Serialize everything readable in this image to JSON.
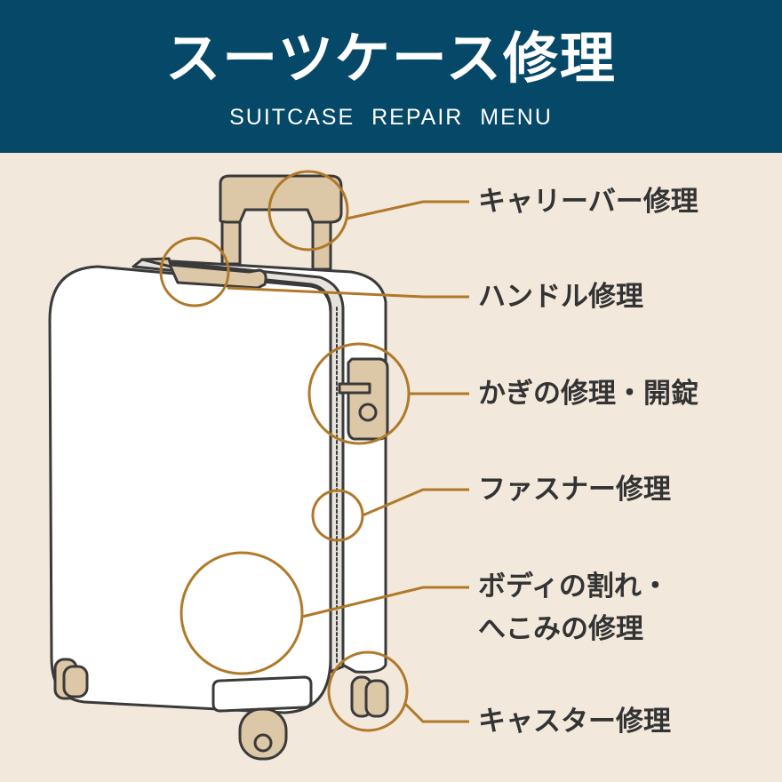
{
  "header": {
    "title": "スーツケース修理",
    "subtitle": "SUITCASE  REPAIR  MENU"
  },
  "menu": [
    {
      "label": "キャリーバー修理"
    },
    {
      "label": "ハンドル修理"
    },
    {
      "label": "かぎの修理・開錠"
    },
    {
      "label": "ファスナー修理"
    },
    {
      "label_lines": [
        "ボディの割れ・",
        "へこみの修理"
      ]
    },
    {
      "label": "キャスター修理"
    }
  ],
  "colors": {
    "header_bg": "#054867",
    "background": "#f2e8dc",
    "accent": "#b0792a",
    "text": "#333333",
    "part_tan": "#dcc7a6"
  }
}
